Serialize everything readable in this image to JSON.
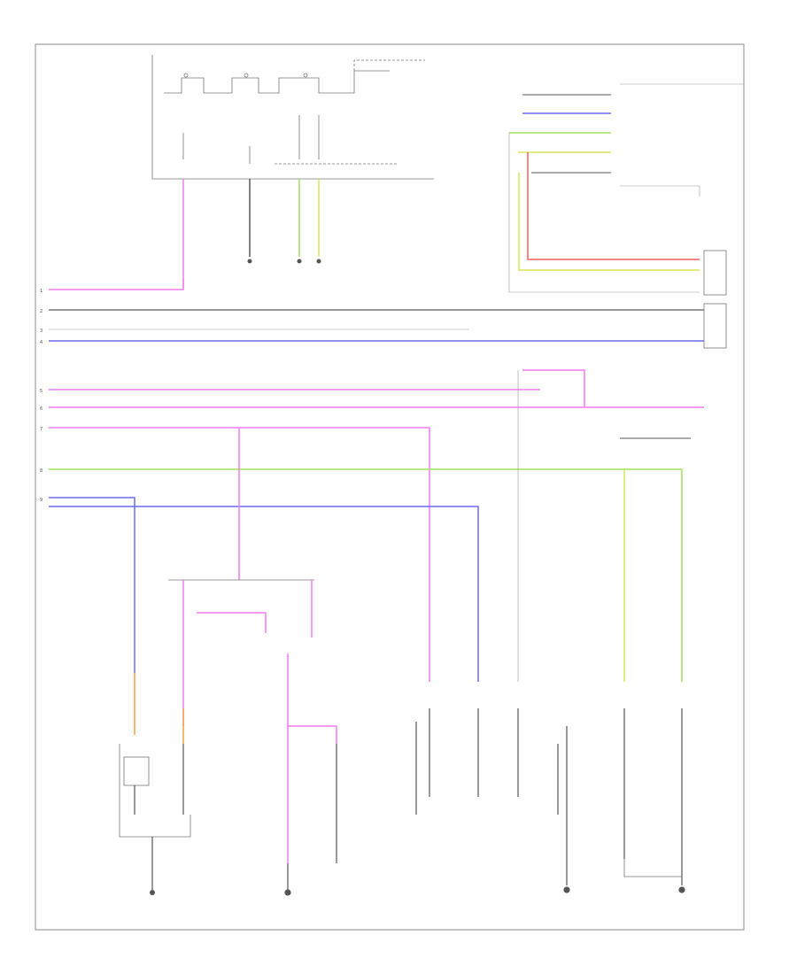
{
  "colors": {
    "pink": "#f07cf0",
    "blue": "#6a6af0",
    "green": "#a6e05a",
    "yellowgreen": "#d7e65a",
    "red": "#f06060",
    "orange": "#f0a040",
    "gray": "#555555",
    "light": "#bdbdbd"
  },
  "labels": {
    "pin_1": "1",
    "pin_2": "2",
    "pin_3": "3",
    "pin_4": "4",
    "pin_5": "5",
    "pin_6": "6",
    "pin_7": "7",
    "pin_8": "8",
    "pin_9": "9"
  }
}
